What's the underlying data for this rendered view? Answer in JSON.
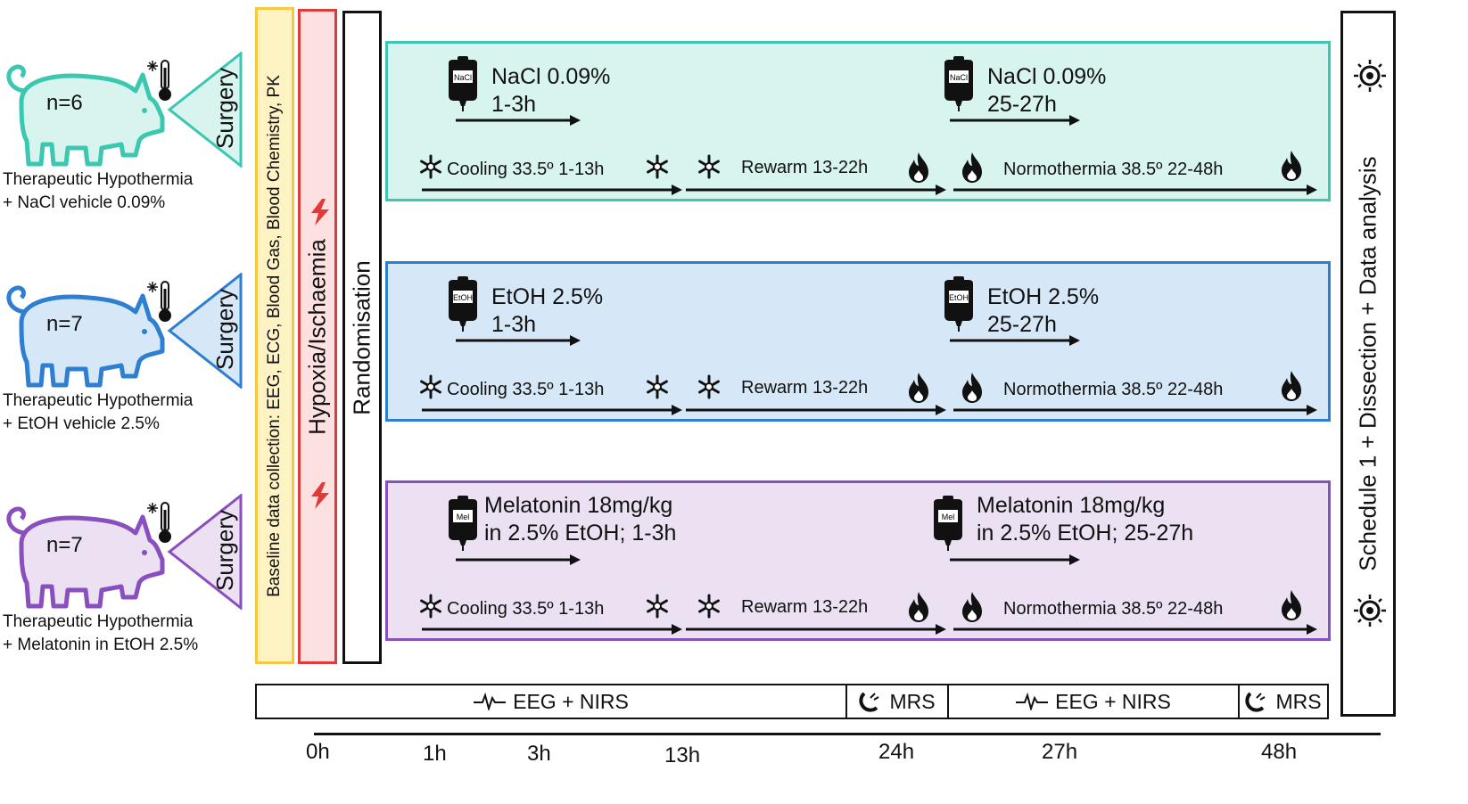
{
  "groups": [
    {
      "n": "n=6",
      "caption1": "Therapeutic Hypothermia",
      "caption2": "+ NaCl vehicle 0.09%",
      "color": "#3cc7b1",
      "fill": "#d7f4ef",
      "drug_label": "NaCl",
      "dose1": [
        "NaCl 0.09%",
        "1-3h"
      ],
      "dose2": [
        "NaCl 0.09%",
        "25-27h"
      ]
    },
    {
      "n": "n=7",
      "caption1": "Therapeutic Hypothermia",
      "caption2": "+ EtOH vehicle 2.5%",
      "color": "#2e7fd1",
      "fill": "#d6e8f7",
      "drug_label": "EtOH",
      "dose1": [
        "EtOH 2.5%",
        "1-3h"
      ],
      "dose2": [
        "EtOH 2.5%",
        "25-27h"
      ]
    },
    {
      "n": "n=7",
      "caption1": "Therapeutic Hypothermia",
      "caption2": "+ Melatonin in EtOH 2.5%",
      "color": "#8a4fbf",
      "fill": "#ebe1f2",
      "drug_label": "Mel",
      "dose1": [
        "Melatonin 18mg/kg",
        "in 2.5% EtOH; 1-3h"
      ],
      "dose2": [
        "Melatonin 18mg/kg",
        "in 2.5% EtOH; 25-27h"
      ]
    }
  ],
  "surgery_label": "Surgery",
  "phases": {
    "cooling": "Cooling 33.5º 1-13h",
    "rewarm": "Rewarm 13-22h",
    "normothermia": "Normothermia 38.5º 22-48h"
  },
  "baseline_label": "Baseline data collection: EEG, ECG, Blood Gas, Blood Chemistry, PK",
  "hypoxia_label": "Hypoxia/Ischaemia",
  "randomisation_label": "Randomisation",
  "end_label": "Schedule 1 + Dissection + Data analysis",
  "monitoring": [
    "EEG + NIRS",
    "MRS",
    "EEG + NIRS",
    "MRS"
  ],
  "timeline": [
    "0h",
    "1h",
    "3h",
    "13h",
    "24h",
    "27h",
    "48h"
  ],
  "colors": {
    "baseline": "#f5c842",
    "baseline_fill": "#fff3c4",
    "hypoxia": "#e03a3a",
    "hypoxia_fill": "#fde0e0"
  }
}
